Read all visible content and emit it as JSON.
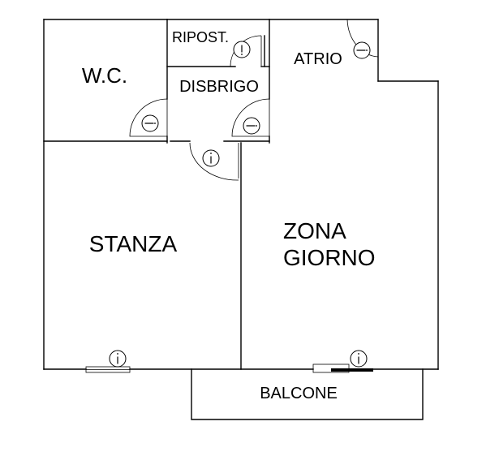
{
  "rooms": {
    "wc": "W.C.",
    "ripostiglio": "RIPOST.",
    "disbrigo": "DISBRIGO",
    "atrio": "ATRIO",
    "stanza": "STANZA",
    "zona_giorno_line1": "ZONA",
    "zona_giorno_line2": "GIORNO",
    "balcone": "BALCONE"
  },
  "symbols": {
    "info_glyph": "i",
    "minus_glyph": "−"
  }
}
